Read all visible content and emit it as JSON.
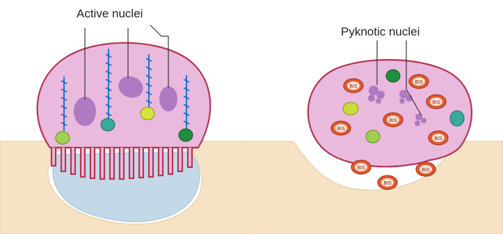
{
  "left_panel": {
    "label": "Active nuclei",
    "accent": {
      "cell_fill": "#e8b7dc",
      "cell_stroke": "#b0304a",
      "nucleus": "#b07ac2",
      "bone": "#f6e2c4",
      "lacuna": "#c8dbe6",
      "chain": "#1f73c9"
    },
    "granules": [
      "#9fd04e",
      "#3aa89b",
      "#d7e23a",
      "#1f8e3e"
    ]
  },
  "right_panel": {
    "label": "Pyknotic nuclei",
    "bis_label": "BIS",
    "bis_color": "#e25b2f",
    "granules": [
      "#1f8e3e",
      "#c9dd3a",
      "#9fd04e",
      "#3aa89b"
    ]
  }
}
